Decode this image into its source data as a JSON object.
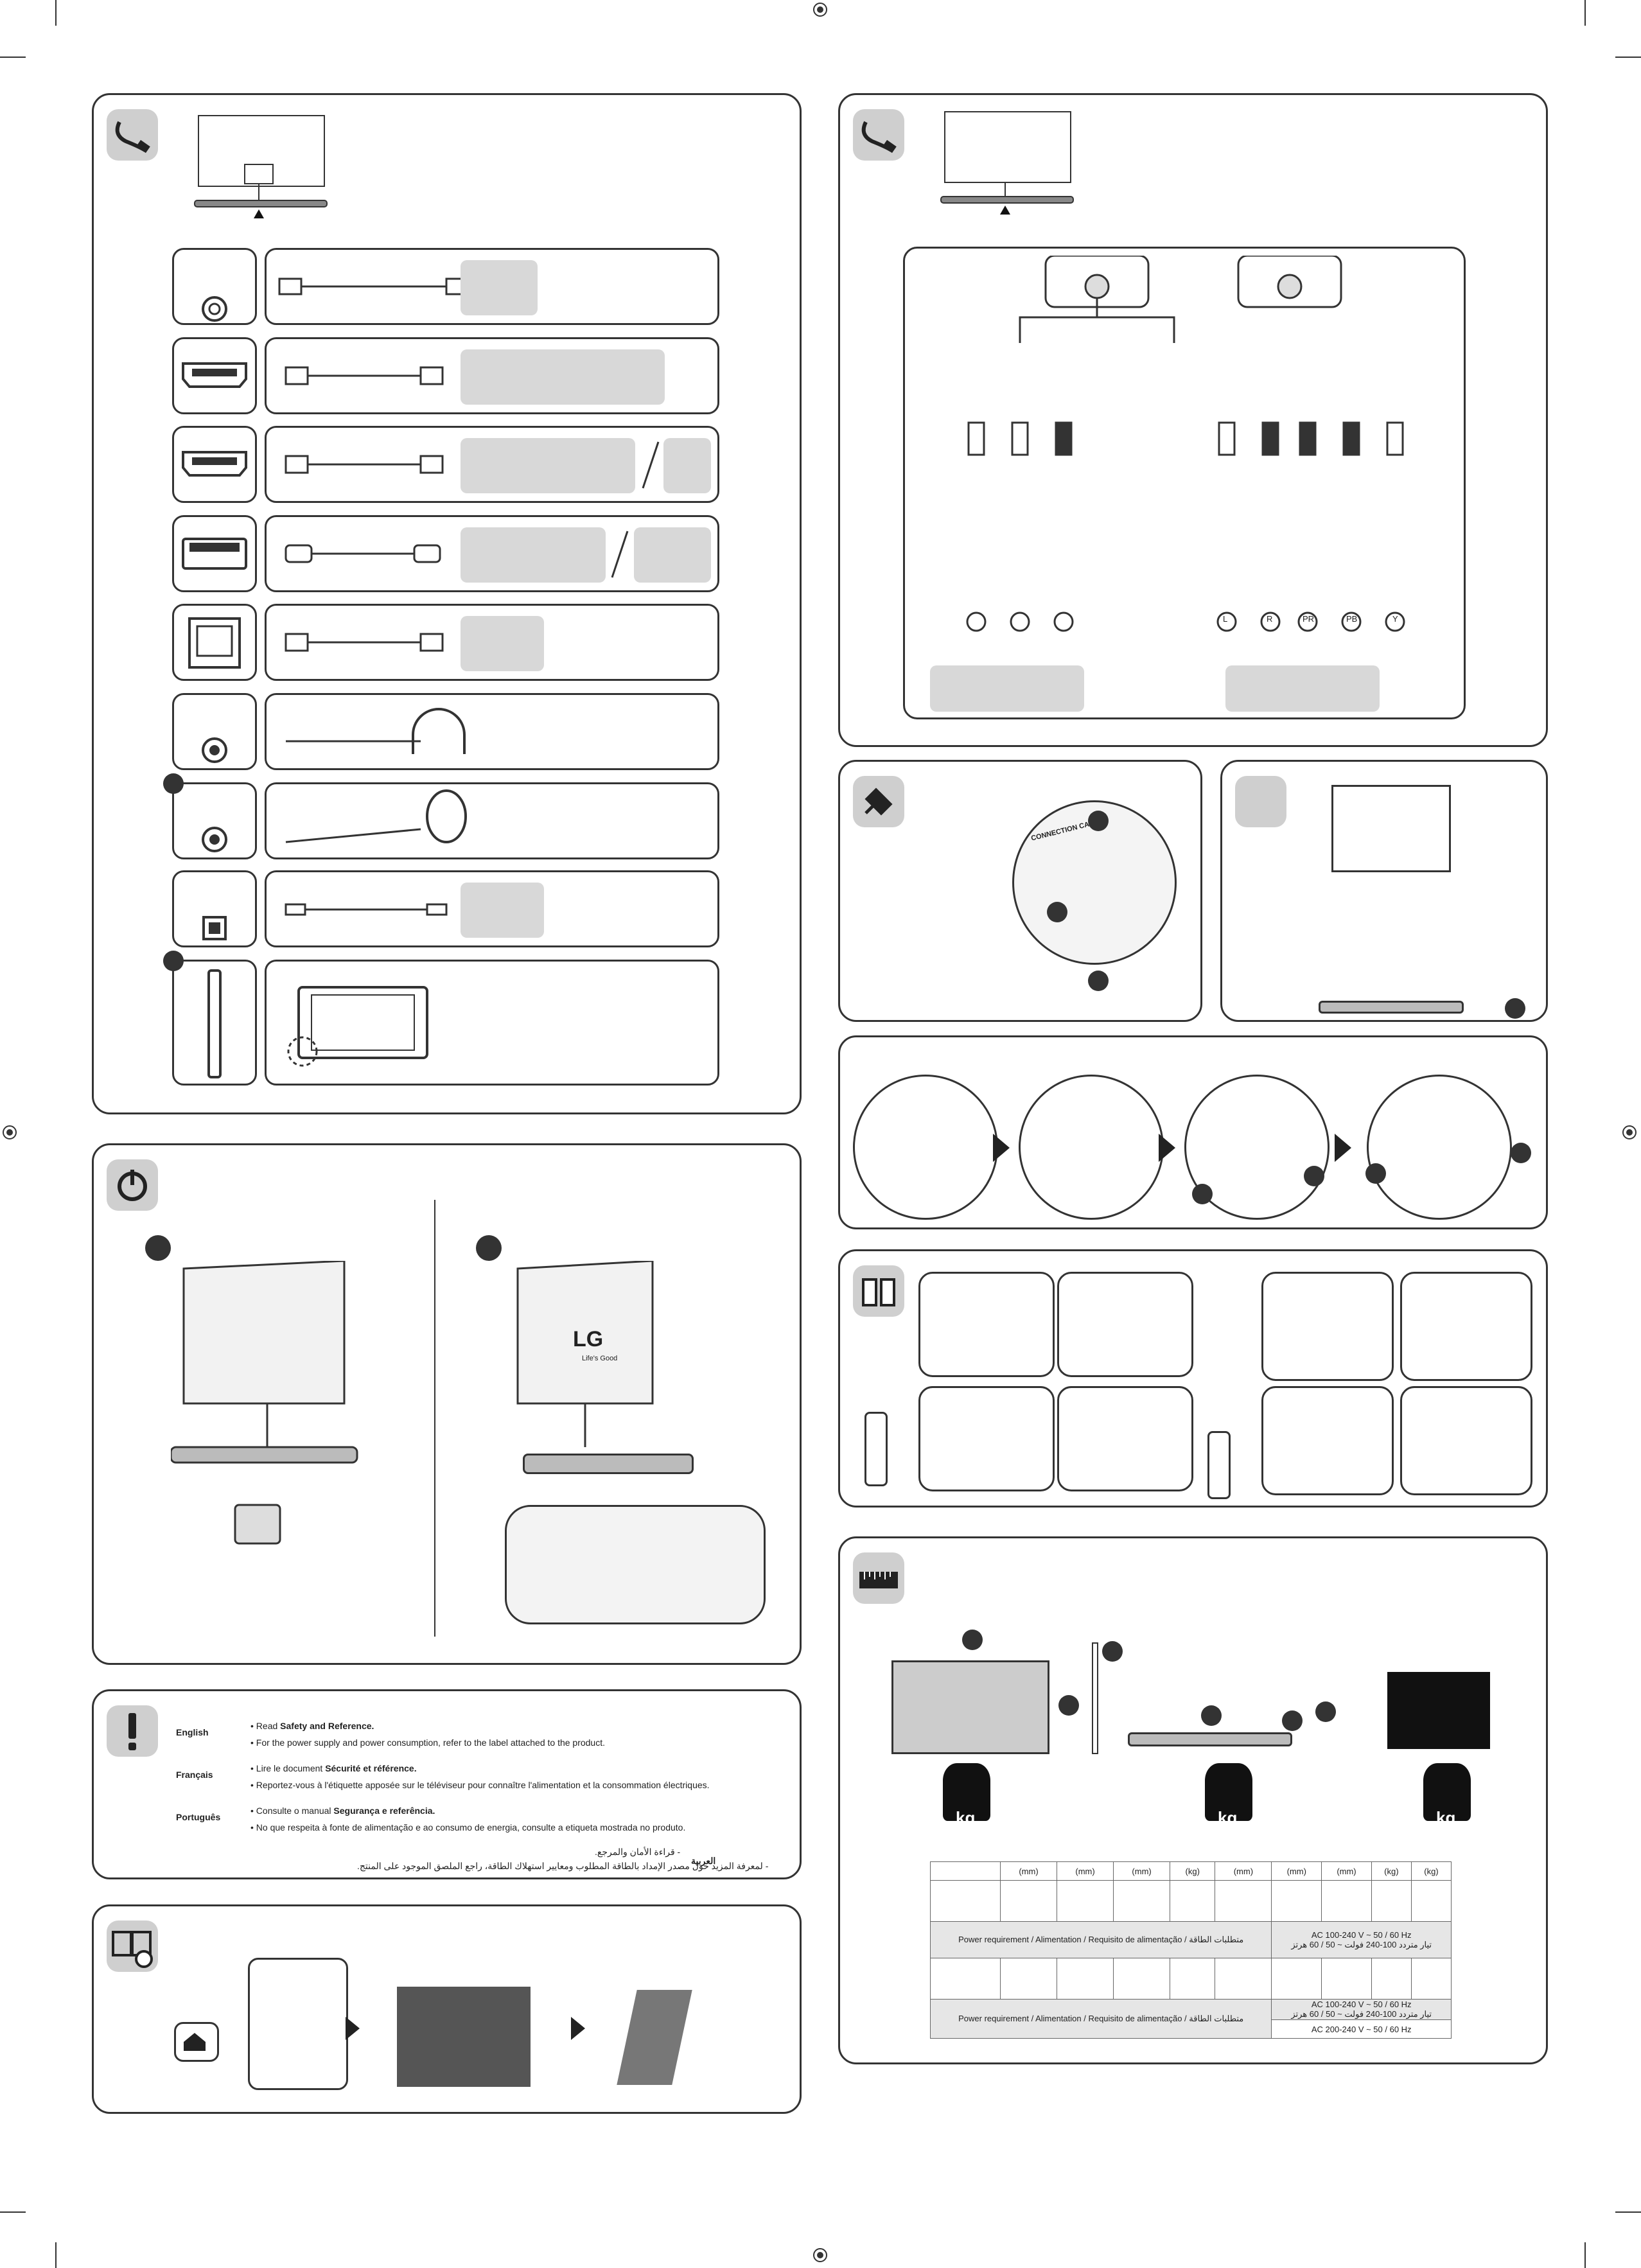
{
  "info_panel": {
    "english": {
      "lang": "English",
      "line1_prefix": "• Read ",
      "line1_bold": "Safety and Reference.",
      "line2": "• For the power supply and power consumption, refer to the label attached to the product."
    },
    "francais": {
      "lang": "Français",
      "line1_prefix": "• Lire le document ",
      "line1_bold": "Sécurité et référence.",
      "line2": "• Reportez-vous à l'étiquette apposée sur le téléviseur pour connaître l'alimentation et la consommation électriques."
    },
    "portugues": {
      "lang": "Português",
      "line1_prefix": "• Consulte o manual ",
      "line1_bold": "Segurança e referência.",
      "line2": "• No que respeita à fonte de alimentação e ao consumo de energia, consulte a etiqueta mostrada no produto."
    },
    "arabic": {
      "lang": "العربية",
      "line1": "- قراءة الأمان والمرجع.",
      "line2": "- لمعرفة المزيد حول مصدر الإمداد بالطاقة المطلوب ومعايير استهلاك الطاقة، راجع الملصق الموجود على المنتج."
    }
  },
  "tv_brand": {
    "logo": "LG",
    "tagline": "Life's Good"
  },
  "component_labels": {
    "l": "L",
    "r": "R",
    "pr": "PR",
    "pb": "PB",
    "y": "Y"
  },
  "connection_cable_label": "CONNECTION CABLE",
  "weight_unit": "kg",
  "spec_table": {
    "header_units": [
      "(mm)",
      "(mm)",
      "(mm)",
      "(kg)",
      "(mm)",
      "(mm)",
      "(mm)",
      "(kg)",
      "(kg)"
    ],
    "power_label": "Power requirement / Alimentation / Requisito de alimentação / متطلبات الطاقة",
    "power_value_1": "AC 100-240 V ~ 50 / 60 Hz",
    "power_value_1_ar": "تيار متردد 100-240 فولت ~ 50 / 60 هرتز",
    "power_value_2": "AC 100-240 V ~ 50 / 60 Hz",
    "power_value_2_ar": "تيار متردد 100-240 فولت ~ 50 / 60 هرتز",
    "power_value_3": "AC 200-240 V ~ 50 / 60 Hz"
  },
  "icons": {
    "cable": "cable-plug-icon",
    "power": "power-icon",
    "warning": "exclamation-icon",
    "manual": "book-help-icon",
    "power_plug": "power-plug-icon",
    "battery": "battery-icon",
    "dimension": "ruler-icon",
    "home": "home-icon",
    "help": "question-icon"
  }
}
